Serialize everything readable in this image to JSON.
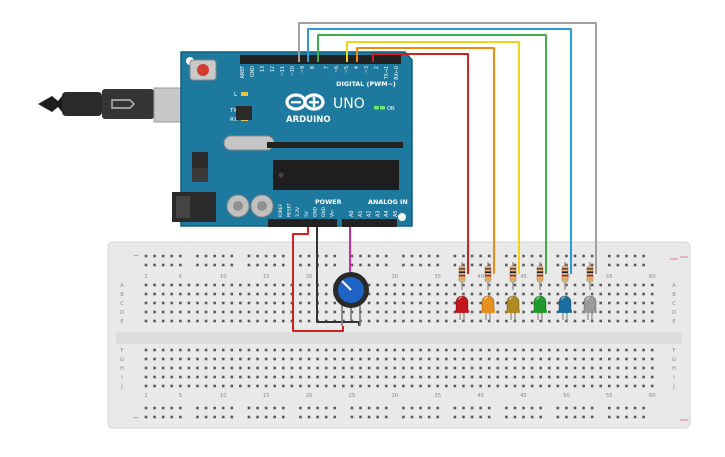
{
  "arduino": {
    "brand": "ARDUINO",
    "model": "UNO",
    "digital_header": "DIGITAL (PWM~)",
    "power_header": "POWER",
    "analog_header": "ANALOG IN",
    "on_label": "ON",
    "tx_label": "TX",
    "rx_label": "RX",
    "l_label": "L",
    "top_pins": [
      "AREF",
      "GND",
      "13",
      "12",
      "~11",
      "~10",
      "~9",
      "8",
      "7",
      "~6",
      "~5",
      "4",
      "~3",
      "2",
      "TX→1",
      "RX←0"
    ],
    "power_pins": [
      "IOREF",
      "RESET",
      "3.3V",
      "5V",
      "GND",
      "GND",
      "Vin"
    ],
    "analog_pins": [
      "A0",
      "A1",
      "A2",
      "A3",
      "A4",
      "A5"
    ]
  },
  "breadboard": {
    "row_letters_top": [
      "A",
      "B",
      "C",
      "D",
      "E"
    ],
    "row_letters_bottom": [
      "F",
      "G",
      "H",
      "I",
      "J"
    ],
    "column_numbers": [
      "1",
      "5",
      "10",
      "15",
      "20",
      "25",
      "30",
      "35",
      "40",
      "45",
      "50",
      "55",
      "60"
    ],
    "rail_plus": "+",
    "rail_minus": "−"
  },
  "components": {
    "leds": [
      {
        "color": "#c0161c"
      },
      {
        "color": "#e8901e"
      },
      {
        "color": "#b08a1e"
      },
      {
        "color": "#1f9a2c"
      },
      {
        "color": "#1a6fa0"
      },
      {
        "color": "#9a9a9a"
      }
    ],
    "wire_colors": [
      "#d21f1f",
      "#ef8a10",
      "#f2d21b",
      "#3cb04a",
      "#2c9ad8",
      "#a0a0a0"
    ],
    "pot_color": "#1f63c4"
  }
}
